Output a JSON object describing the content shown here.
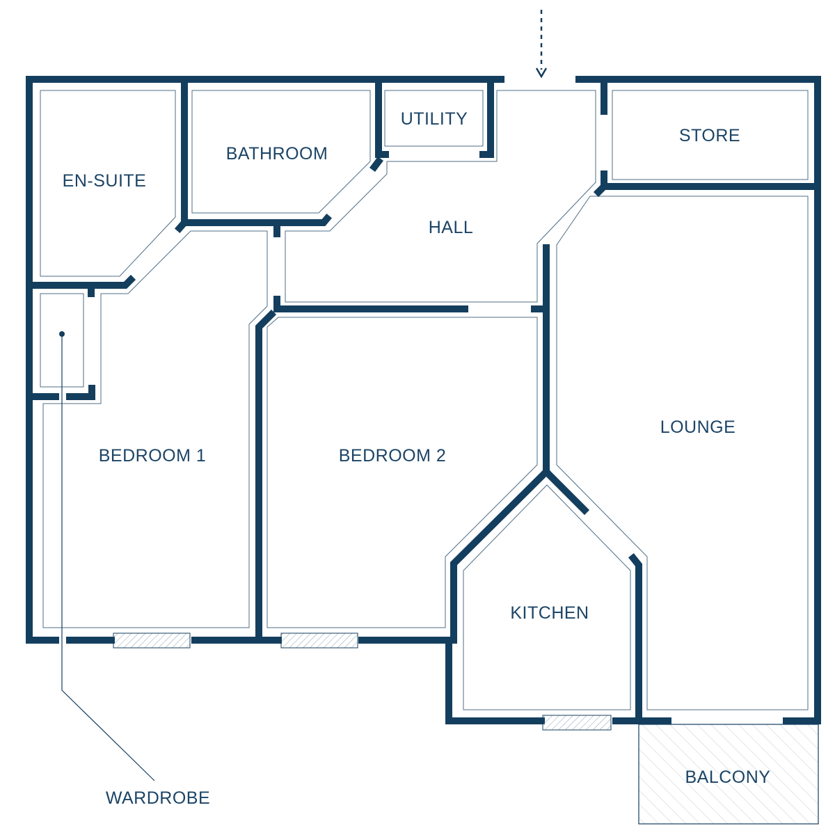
{
  "rooms": {
    "en_suite": "EN-SUITE",
    "bathroom": "BATHROOM",
    "utility": "UTILITY",
    "store": "STORE",
    "hall": "HALL",
    "bedroom_1": "BEDROOM 1",
    "bedroom_2": "BEDROOM 2",
    "lounge": "LOUNGE",
    "kitchen": "KITCHEN",
    "balcony": "BALCONY"
  },
  "annotations": {
    "wardrobe": "WARDROBE"
  },
  "colors": {
    "wall": "#143e5e",
    "text": "#1c4466",
    "background": "#ffffff"
  }
}
